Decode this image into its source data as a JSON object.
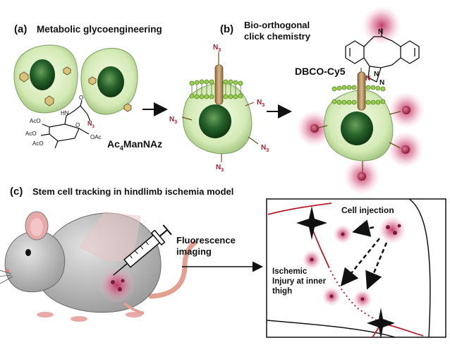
{
  "panel_a": {
    "letter": "(a)",
    "title": "Metabolic glycoengineering",
    "sugar_name": "Ac",
    "sugar_sub": "4",
    "sugar_suffix": "ManNAz",
    "acetyl_groups": [
      "AcO",
      "AcO",
      "AcO",
      "OAc"
    ],
    "amide_label": "HN",
    "carbonyl_label": "O",
    "ring_oxygen": "O",
    "azide_on_sugar": "N",
    "azide_sub": "3"
  },
  "panel_b": {
    "letter": "(b)",
    "title_line1": "Bio-orthogonal",
    "title_line2": "click chemistry",
    "reagent": "DBCO-Cy5",
    "n_label": "N",
    "triazole_label": "N",
    "cell_azide_base": "N",
    "cell_azide_sub": "3"
  },
  "panel_c": {
    "letter": "(c)",
    "title": "Stem cell tracking in hindlimb ischemia model",
    "imaging_line1": "Fluorescence",
    "imaging_line2": "imaging",
    "cell_injection": "Cell injection",
    "ischemic_line1": "Ischemic",
    "ischemic_line2": "Injury at inner",
    "ischemic_line3": "thigh"
  },
  "colors": {
    "cell_fill": "#dceec0",
    "nucleus": "#1f5a24",
    "azide": "#b0182a",
    "glow": "#c23a6a",
    "vessel": "#b81c2a"
  }
}
